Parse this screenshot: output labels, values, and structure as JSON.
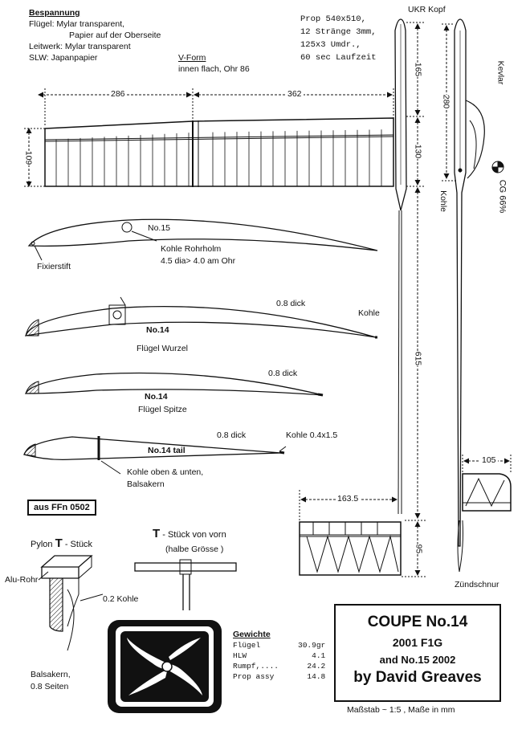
{
  "notes": {
    "bespannung_title": "Bespannung",
    "bespannung_lines": [
      "Flügel: Mylar transparent,",
      "Papier auf der Oberseite",
      "Leitwerk: Mylar transparent",
      "SLW: Japanpapier"
    ],
    "vform_title": "V-Form",
    "vform_text": "innen flach, Ohr 86",
    "prop_lines": [
      "Prop 540x510,",
      "12 Stränge 3mm,",
      "125x3 Umdr.,",
      "60 sec Laufzeit"
    ]
  },
  "dimensions": {
    "inner_span": "286",
    "outer_span": "362",
    "chord": "109",
    "nose_upper": "165",
    "nose_mid": "130",
    "fuselage": "615",
    "tail_span": "163.5",
    "tail_chord": "95",
    "fin_chord": "105",
    "head_length": "280"
  },
  "labels": {
    "ukr_kopf": "UKR Kopf",
    "kevlar": "Kevlar",
    "kohle_side": "Kohle",
    "cg": "CG 66%",
    "no15": "No.15",
    "kohle_rohrholm": "Kohle Rohrholm",
    "kohle_rohrholm_dia": "4.5 dia> 4.0 am Ohr",
    "fixierstift": "Fixierstift",
    "dick1": "0.8 dick",
    "kohle1": "Kohle",
    "no14_root": "No.14",
    "fluegel_wurzel": "Flügel Wurzel",
    "dick2": "0.8 dick",
    "no14_tip": "No.14",
    "fluegel_spitze": "Flügel Spitze",
    "dick3": "0.8 dick",
    "kohle_tail": "Kohle 0.4x1.5",
    "no14_tail": "No.14 tail",
    "kohle_oben": "Kohle oben & unten,",
    "balsakern": "Balsakern",
    "source_box": "aus FFn 0502",
    "pylon_pre": "Pylon",
    "pylon_t": "T",
    "pylon_post": "- Stück",
    "alu_rohr": "Alu-Rohr",
    "kohle_02": "0.2 Kohle",
    "balsakern2": "Balsakern,",
    "seiten": "0.8 Seiten",
    "tvorn_t": "T",
    "tvorn_post": "- Stück von vorn",
    "halbe": "(halbe Grösse )",
    "zuendschnur": "Zündschnur",
    "scale": "Maßstab ~ 1:5 , Maße in mm"
  },
  "weights": {
    "title": "Gewichte",
    "rows": [
      {
        "item": "Flügel",
        "value": "30.9gr"
      },
      {
        "item": "HLW",
        "value": "4.1"
      },
      {
        "item": "Rumpf,....",
        "value": "24.2"
      },
      {
        "item": "Prop assy",
        "value": "14.8"
      }
    ]
  },
  "title_block": {
    "line1": "COUPE No.14",
    "line2": "2001 F1G",
    "line3": "and No.15 2002",
    "line4": "by David Greaves"
  }
}
